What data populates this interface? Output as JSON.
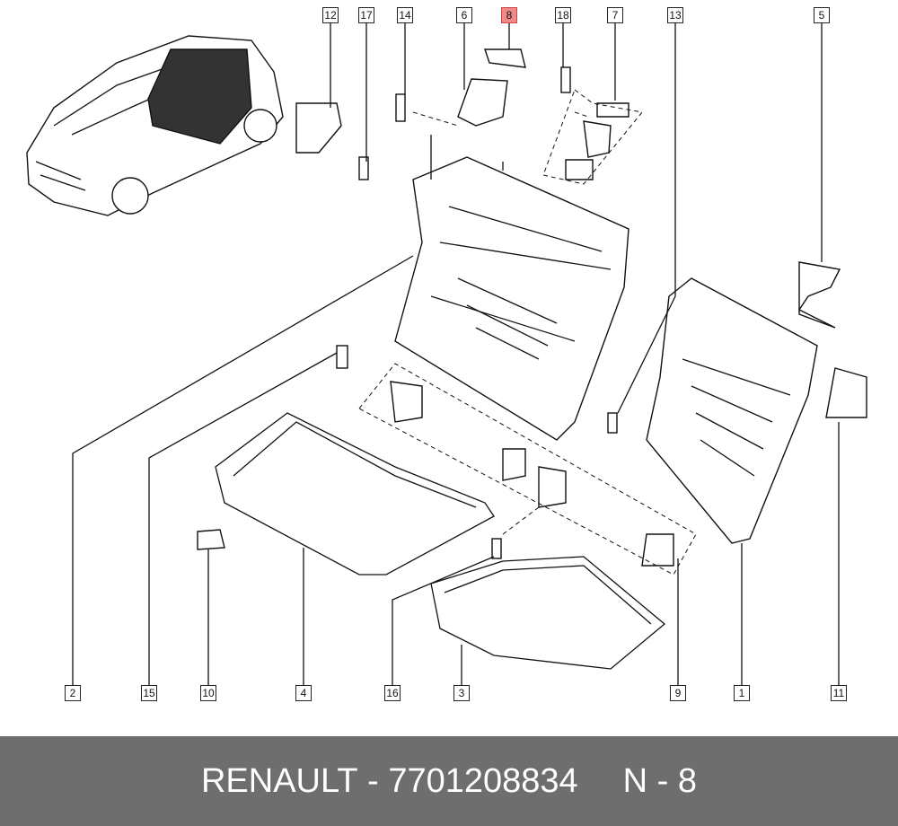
{
  "footer": {
    "brand": "RENAULT",
    "separator": " - ",
    "part_number": "7701208834",
    "position_label": "N - 8"
  },
  "callouts": {
    "c12": "12",
    "c17": "17",
    "c14": "14",
    "c6": "6",
    "c8": "8",
    "c18": "18",
    "c7": "7",
    "c13": "13",
    "c5": "5",
    "c2": "2",
    "c15": "15",
    "c10": "10",
    "c4": "4",
    "c16": "16",
    "c3": "3",
    "c9": "9",
    "c1": "1",
    "c11": "11"
  },
  "highlight_color": "#f08a8a",
  "footer_color": "#6e6e6e"
}
